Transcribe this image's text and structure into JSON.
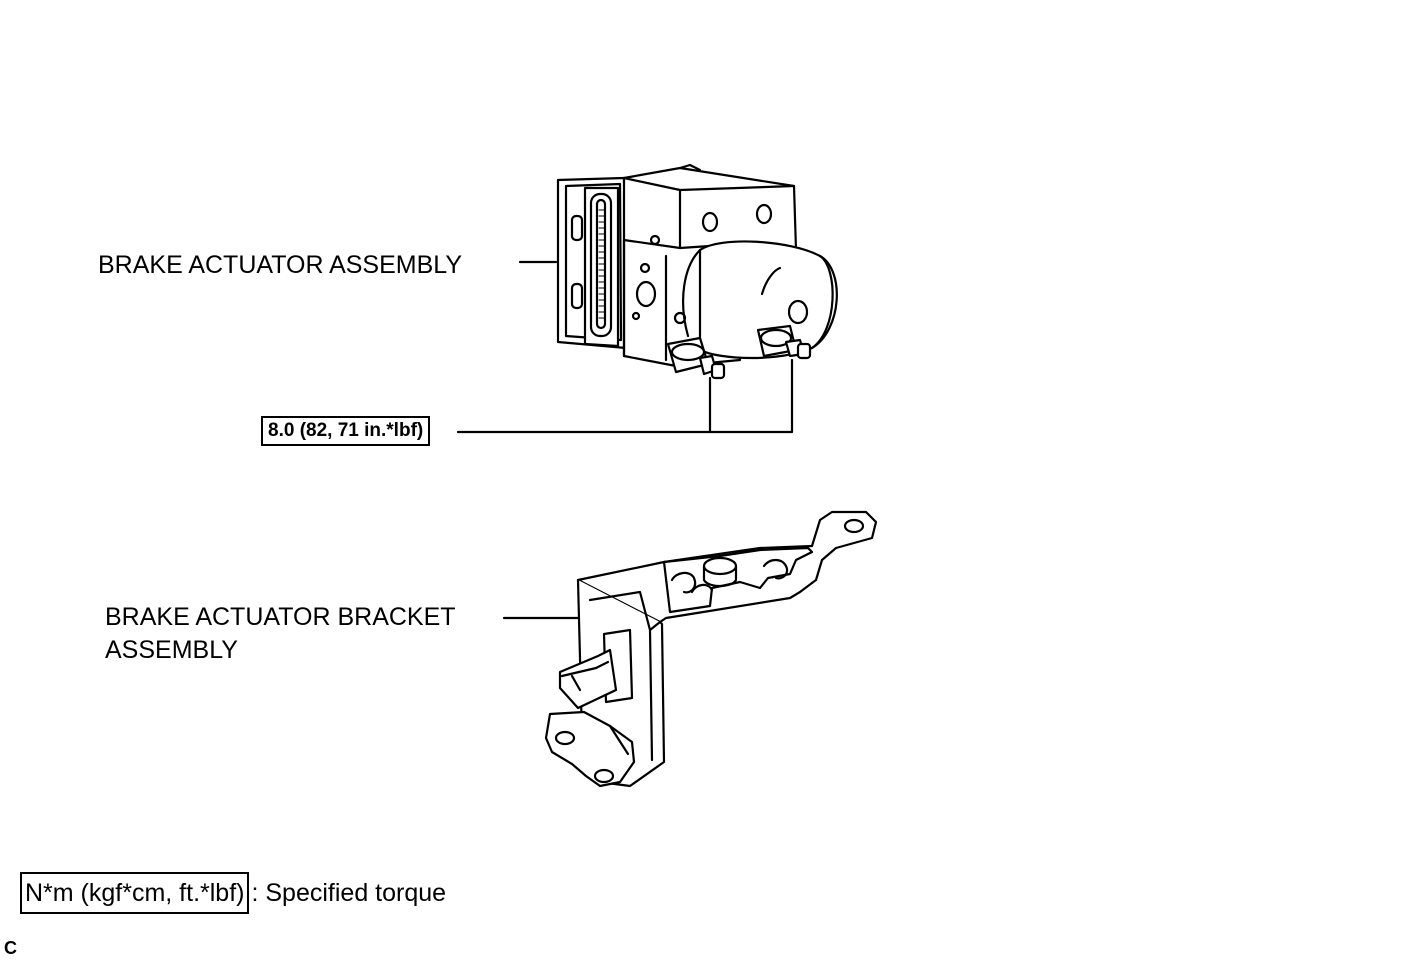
{
  "labels": {
    "actuator": "BRAKE ACTUATOR ASSEMBLY",
    "bracket_line1": "BRAKE ACTUATOR BRACKET",
    "bracket_line2": "ASSEMBLY",
    "torque": "8.0 (82, 71 in.*lbf)"
  },
  "legend": {
    "unit": "N*m (kgf*cm, ft.*lbf)",
    "description": ": Specified torque"
  },
  "figure_code": "C"
}
